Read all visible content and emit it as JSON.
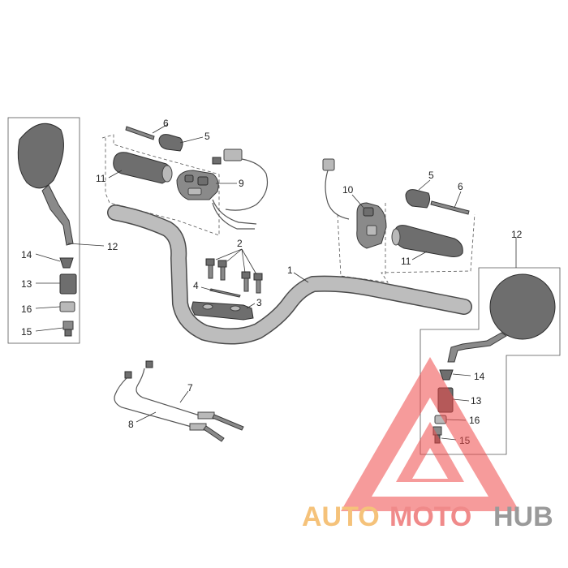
{
  "diagram": {
    "callouts": {
      "c1": "1",
      "c2": "2",
      "c3": "3",
      "c4": "4",
      "c5a": "5",
      "c5b": "5",
      "c6a": "6",
      "c6b": "6",
      "c7": "7",
      "c8": "8",
      "c9": "9",
      "c10": "10",
      "c11a": "11",
      "c11b": "11",
      "c12a": "12",
      "c12b": "12",
      "c13a": "13",
      "c13b": "13",
      "c14a": "14",
      "c14b": "14",
      "c15a": "15",
      "c15b": "15",
      "c16a": "16",
      "c16b": "16"
    }
  },
  "watermark": {
    "part1": "AUTO",
    "part2": "MOTO",
    "part3": "HUB",
    "colors": {
      "auto": "#f5c27a",
      "moto": "#f08a8a",
      "hub": "#9a9a9a",
      "triangle": "#f04848"
    }
  }
}
